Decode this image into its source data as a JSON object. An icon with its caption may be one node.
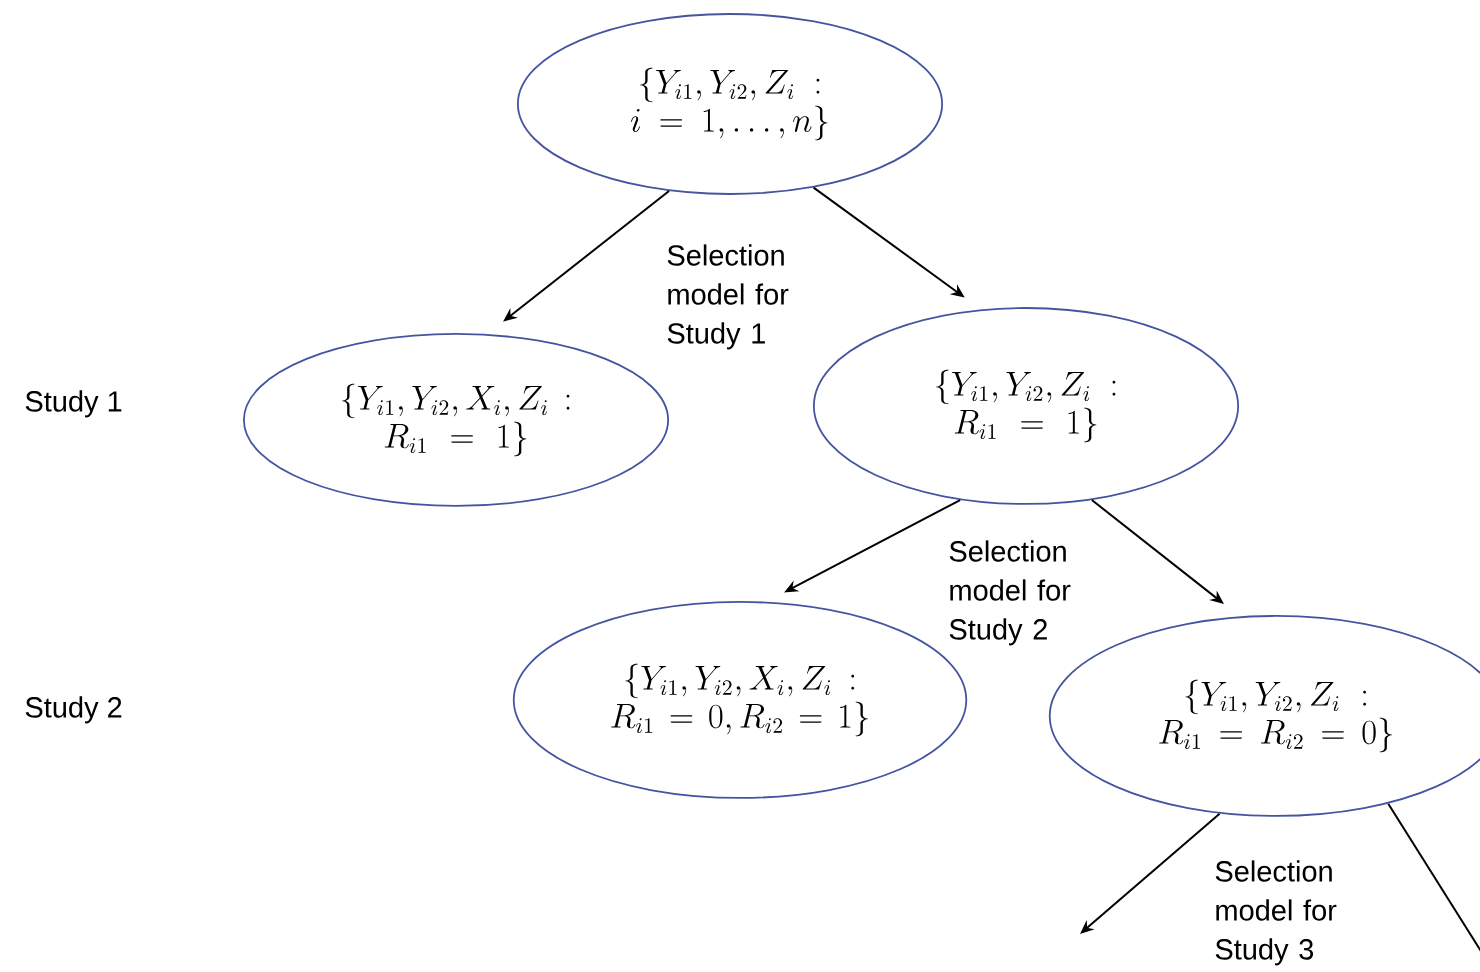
{
  "diagram": {
    "nodes": [
      {
        "text": [
          "\\{Y_{i1}, Y_{i2}, Z_i : i = 1, \\dots, n\\}"
        ]
      },
      {
        "text": [
          "\\{Y_{i1}, Y_{i2}, X_i, Z_i : R_{i1} = 1\\}"
        ]
      },
      {
        "text": [
          "\\{Y_{i1}, Y_{i2}, Z_i : R_{i1} = 1\\}"
        ]
      },
      {
        "text": [
          "\\{Y_{i1}, Y_{i2}, X_i, Z_i : R_{i1} = 0, R_{i2} = 1\\}"
        ]
      },
      {
        "text": [
          "\\{Y_{i1}, Y_{i2}, Z_i : R_{i1} = R_{i2} = 0\\}"
        ]
      }
    ],
    "edges": [
      {
        "from": 0,
        "to": 1,
        "arrow": "to"
      },
      {
        "from": 0,
        "to": 2,
        "arrow": "to"
      },
      {
        "from": 2,
        "to": 3,
        "arrow": "to"
      },
      {
        "from": 2,
        "to": 4,
        "arrow": "to"
      },
      {
        "from": 4,
        "to": null,
        "arrow": "to"
      },
      {
        "from": 4,
        "to": null,
        "arrow": "none"
      }
    ],
    "labels": [
      "Study 1",
      "Selection model for Study 1",
      "Study 2",
      "Selection model for Study 2",
      "Selection model for Study 3"
    ]
  }
}
